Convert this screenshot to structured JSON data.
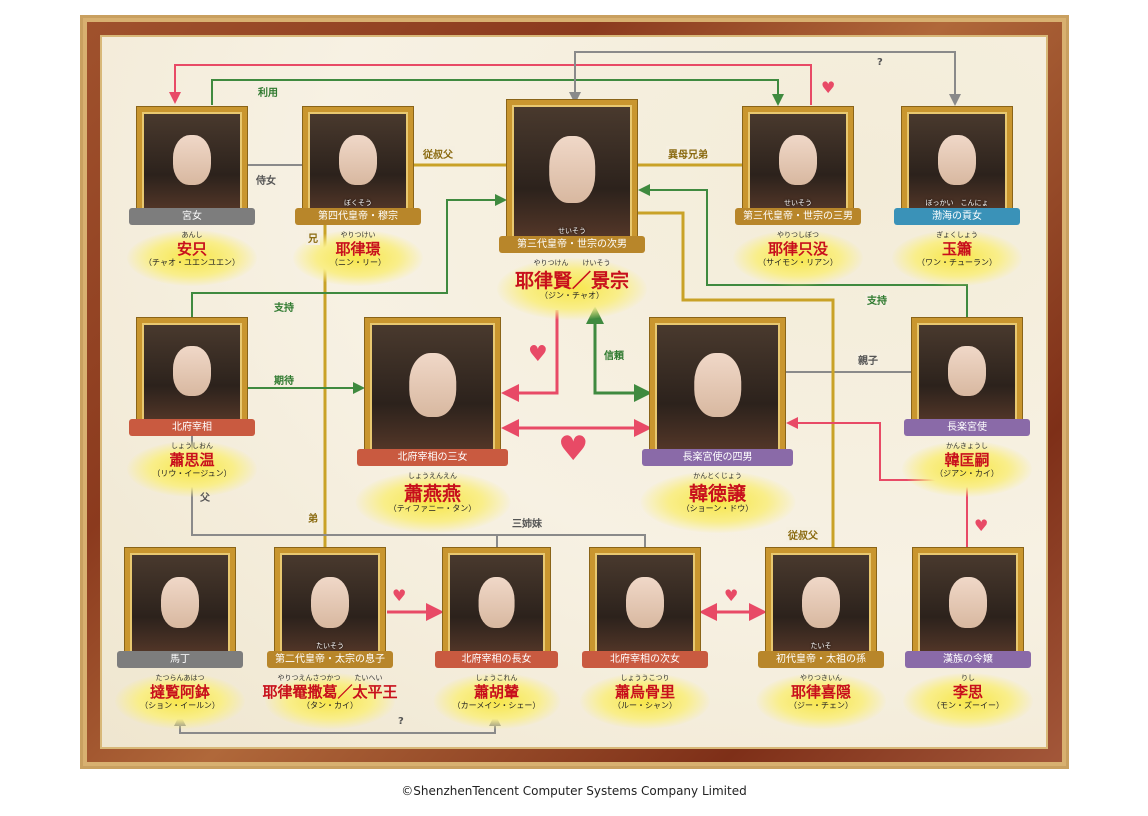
{
  "characters": [
    {
      "role": "宮女",
      "furigana": "あんし",
      "name": "安只",
      "actor": "（チャオ・ユエンユエン）"
    },
    {
      "role": "第四代皇帝・穆宗",
      "role_furigana": "ぼくそう",
      "furigana": "やりつけい",
      "name": "耶律璟",
      "actor": "（ニン・リー）"
    },
    {
      "role": "第三代皇帝・世宗の次男",
      "role_furigana": "せいそう",
      "furigana": "やりつけん　　けいそう",
      "name": "耶律賢／景宗",
      "actor": "（ジン・チャオ）"
    },
    {
      "role": "第三代皇帝・世宗の三男",
      "role_furigana": "せいそう",
      "furigana": "やりつしぼつ",
      "name": "耶律只没",
      "actor": "（サイモン・リアン）"
    },
    {
      "role": "渤海の貢女",
      "role_furigana": "ぼっかい　こんにょ",
      "furigana": "ぎょくしょう",
      "name": "玉簫",
      "actor": "（ワン・チューラン）"
    },
    {
      "role": "北府宰相",
      "furigana": "しょうしおん",
      "name": "蕭思温",
      "actor": "（リウ・イージュン）"
    },
    {
      "role": "北府宰相の三女",
      "furigana": "しょうえんえん",
      "name": "蕭燕燕",
      "actor": "（ティファニー・タン）"
    },
    {
      "role": "長楽宮使の四男",
      "furigana": "かんとくじょう",
      "name": "韓徳譲",
      "actor": "（ショーン・ドウ）"
    },
    {
      "role": "長楽宮使",
      "furigana": "かんきょうし",
      "name": "韓匡嗣",
      "actor": "（ジアン・カイ）"
    },
    {
      "role": "馬丁",
      "furigana": "たつらんあはつ",
      "name": "撻覧阿鉢",
      "actor": "（ション・イールン）"
    },
    {
      "role": "第二代皇帝・太宗の息子",
      "role_furigana": "たいそう",
      "furigana": "やりつえんさつかつ　　たいへい",
      "name": "耶律罨撒葛／太平王",
      "actor": "（タン・カイ）"
    },
    {
      "role": "北府宰相の長女",
      "furigana": "しょうこれん",
      "name": "蕭胡輦",
      "actor": "（カーメイン・シェー）"
    },
    {
      "role": "北府宰相の次女",
      "furigana": "しょううこつり",
      "name": "蕭烏骨里",
      "actor": "（ルー・シャン）"
    },
    {
      "role": "初代皇帝・太祖の孫",
      "role_furigana": "たいそ",
      "furigana": "やりつきいん",
      "name": "耶律喜隠",
      "actor": "（ジー・チェン）"
    },
    {
      "role": "漢族の令嬢",
      "furigana": "りし",
      "name": "李思",
      "actor": "（モン・ズーイー）"
    }
  ],
  "relations": {
    "use": "利用",
    "maid": "侍女",
    "uncle1": "従叔父",
    "half_brother": "異母兄弟",
    "unknown1": "?",
    "older_brother": "兄",
    "support1": "支持",
    "expect": "期待",
    "trust": "信頼",
    "parent_child": "親子",
    "support2": "支持",
    "father": "父",
    "younger_brother": "弟",
    "three_sisters": "三姉妹",
    "uncle2": "従叔父",
    "unknown2": "?"
  },
  "colors": {
    "love": "#e84a66",
    "support": "#3f8a3f",
    "family": "#c9a227",
    "other": "#8a8a8a"
  },
  "copyright": "©ShenzhenTencent Computer Systems Company Limited"
}
